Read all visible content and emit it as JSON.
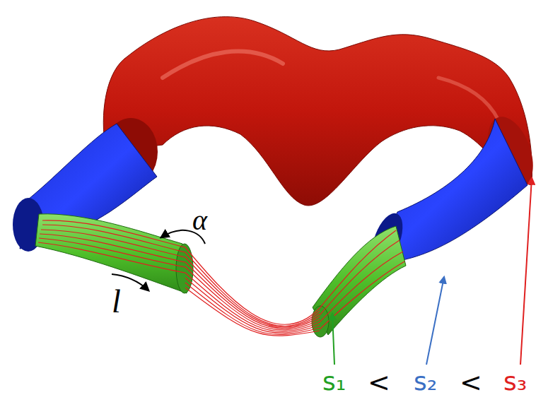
{
  "diagram": {
    "labels": [
      "α",
      "l",
      "s₁",
      "<",
      "s₂",
      "<",
      "s₃"
    ]
  }
}
